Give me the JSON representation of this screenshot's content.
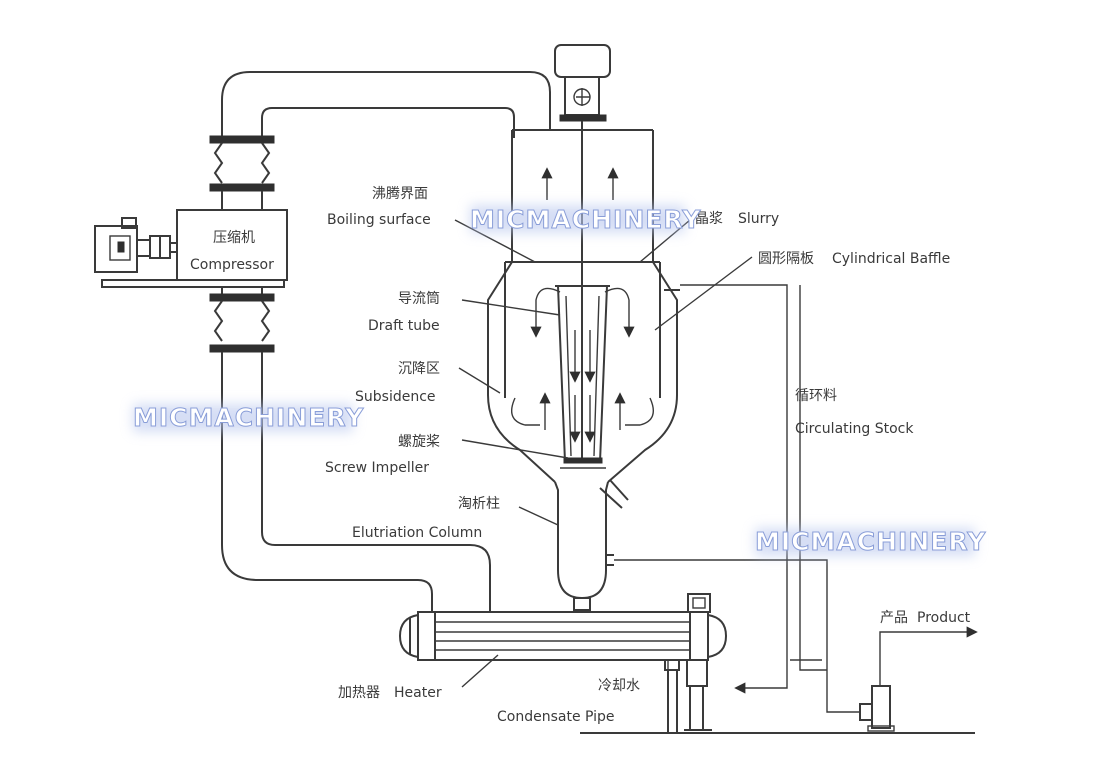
{
  "watermark": "MICMACHINERY",
  "labels": {
    "compressor_cn": "压缩机",
    "compressor_en": "Compressor",
    "boiling_cn": "沸腾界面",
    "boiling_en": "Boiling surface",
    "slurry_en": "Slurry",
    "slurry_cn": "晶浆",
    "baffle_cn": "圆形隔板",
    "baffle_en": "Cylindrical Baffle",
    "draft_cn": "导流筒",
    "draft_en": "Draft tube",
    "settle_cn": "沉降区",
    "settle_en": "Subsidence",
    "screw_cn": "螺旋桨",
    "screw_en": "Screw Impeller",
    "elutriation_cn": "淘析柱",
    "elutriation_en": "Elutriation Column",
    "circ_cn": "循环料",
    "circ_en": "Circulating Stock",
    "heater_cn": "加热器",
    "heater_en": "Heater",
    "cooling_cn": "冷却水",
    "condensate_en": "Condensate Pipe",
    "product_cn": "产品",
    "product_en": "Product"
  },
  "colors": {
    "line": "#3a3a3a",
    "watermark_glow": "#8a9ed8"
  }
}
